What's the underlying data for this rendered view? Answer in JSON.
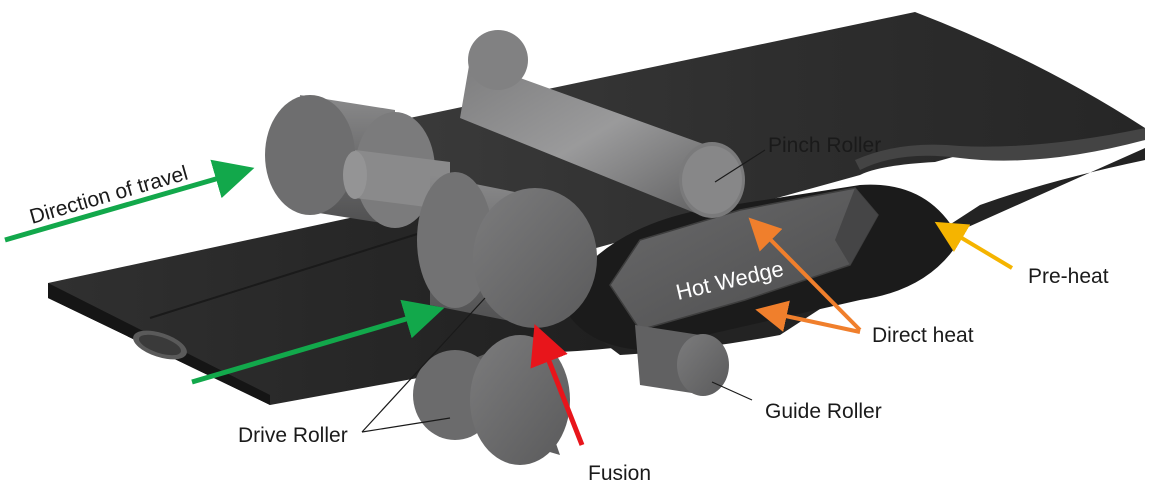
{
  "labels": {
    "direction_of_travel": "Direction of travel",
    "pinch_roller": "Pinch Roller",
    "hot_wedge": "Hot Wedge",
    "pre_heat": "Pre-heat",
    "direct_heat": "Direct heat",
    "guide_roller": "Guide Roller",
    "drive_roller": "Drive Roller",
    "fusion": "Fusion"
  },
  "colors": {
    "travel_arrow": "#12a84b",
    "preheat_arrow": "#f5b400",
    "direct_heat_arrow": "#f07f2c",
    "fusion_arrow": "#e8151b",
    "sheet": "#2b2b2b",
    "roller": "#6f6f70",
    "wedge": "#5e5e5f"
  }
}
